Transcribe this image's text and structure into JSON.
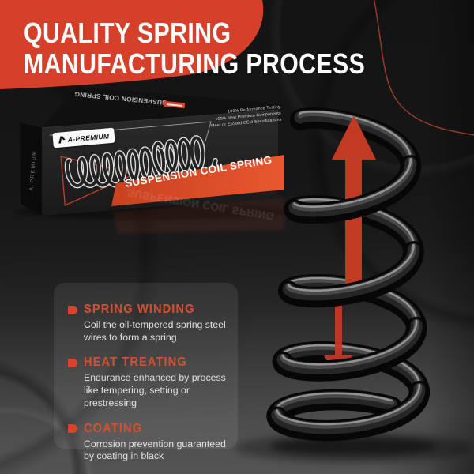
{
  "header": {
    "line1": "QUALITY SPRING",
    "line2": "MANUFACTURING PROCESS"
  },
  "box": {
    "brand": "A-PREMIUM",
    "side_brand": "A-PREMIUM",
    "top_label": "SUSPENSION COIL SPRING",
    "banner_label": "SUSPENSION COIL SPRING",
    "reflection_label": "SUSPENSION COIL SPRING",
    "claims": [
      "100% Performance Testing",
      "100% New Premium Components",
      "Meet or Exceed OEM Specifications"
    ]
  },
  "features": [
    {
      "title": "SPRING WINDING",
      "description": "Coil the oil-tempered spring steel wires to form a spring"
    },
    {
      "title": "HEAT TREATING",
      "description": "Endurance enhanced by process like tempering, setting or prestressing"
    },
    {
      "title": "COATING",
      "description": "Corrosion prevention guaranteed by coating in black"
    }
  ],
  "icons": {
    "feature_bullet": "d-shape-bullet-icon",
    "arrow_up": "up-arrow-icon",
    "arrow_down": "down-arrow-icon",
    "brand_mark": "a-premium-logo-icon"
  },
  "colors": {
    "accent_blob": "#d4402a",
    "banner": "#e25330",
    "arrow": "#c23a24",
    "feature_heading": "#d64f2e",
    "title_text": "#ffffff"
  }
}
